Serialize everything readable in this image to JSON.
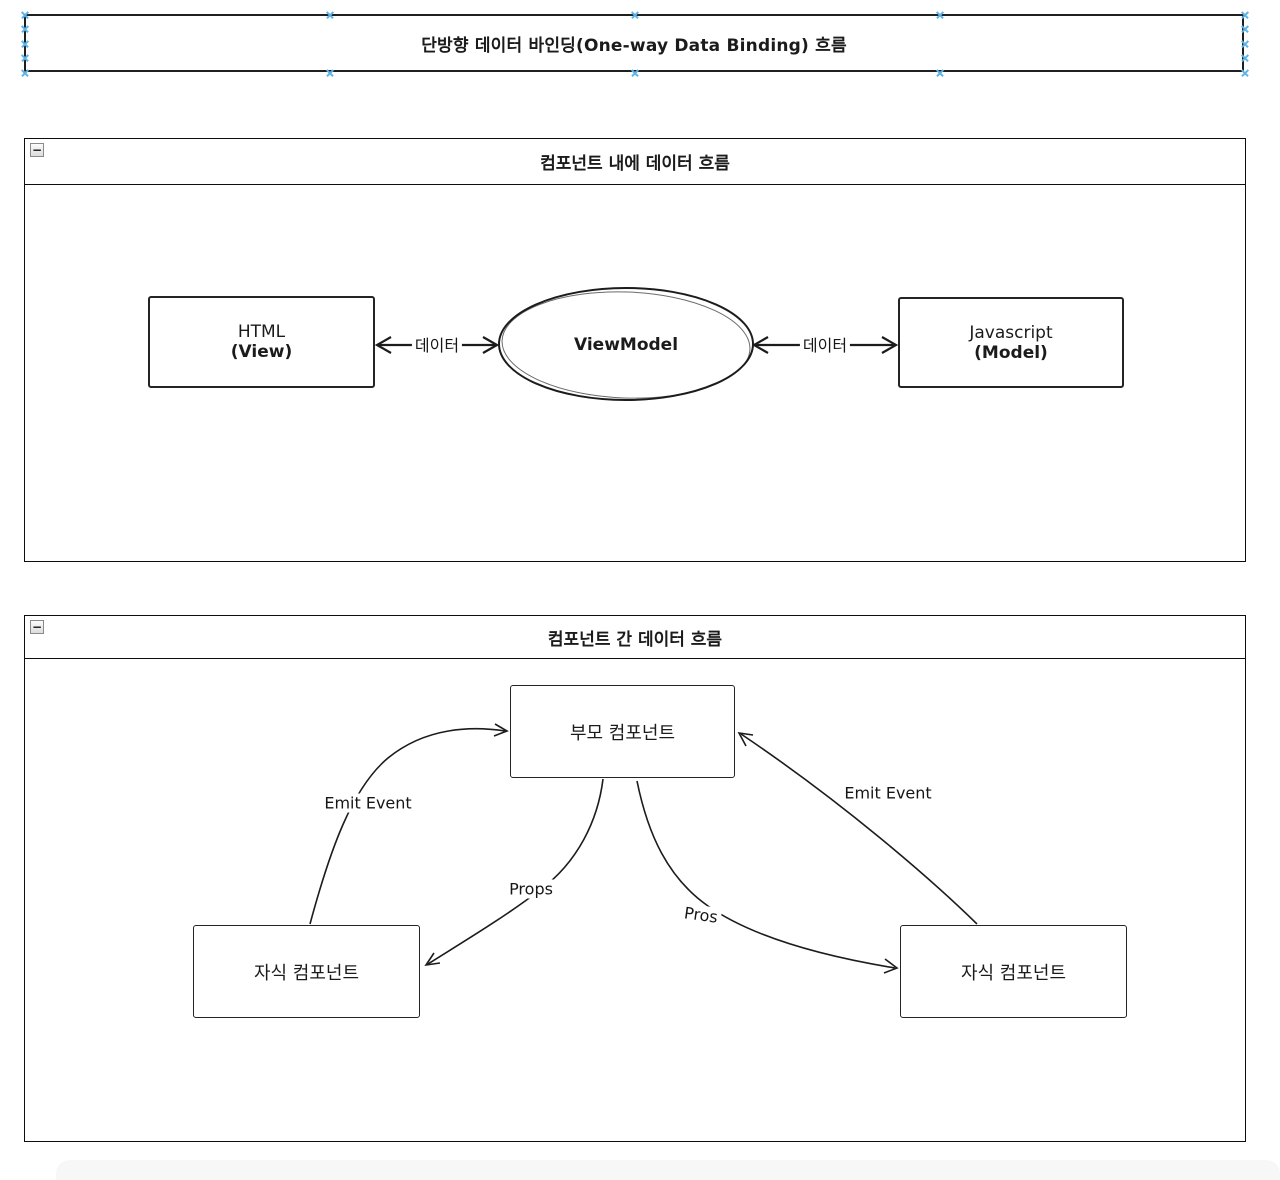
{
  "title_box": {
    "text": "단방향 데이터 바인딩(One-way Data Binding) 흐름"
  },
  "icons": {
    "collapse": "−"
  },
  "colors": {
    "stroke": "#1c1c1c",
    "connection_point": "#5db3e8",
    "collapse_bg": "#e8e8e8",
    "background": "#ffffff"
  },
  "section_inner": {
    "title": "컴포넌트 내에 데이터 흐름",
    "nodes": {
      "html_view": {
        "line1": "HTML",
        "line2": "(View)"
      },
      "viewmodel": {
        "label": "ViewModel"
      },
      "js_model": {
        "line1": "Javascript",
        "line2": "(Model)"
      }
    },
    "edges": {
      "left_label": "데이터",
      "right_label": "데이터"
    }
  },
  "section_between": {
    "title": "컴포넌트 간 데이터 흐름",
    "nodes": {
      "parent": {
        "label": "부모 컴포넌트"
      },
      "child_left": {
        "label": "자식 컴포넌트"
      },
      "child_right": {
        "label": "자식 컴포넌트"
      }
    },
    "edges": {
      "emit_left": "Emit Event",
      "emit_right": "Emit Event",
      "props_left": "Props",
      "props_right": "Pros"
    }
  }
}
